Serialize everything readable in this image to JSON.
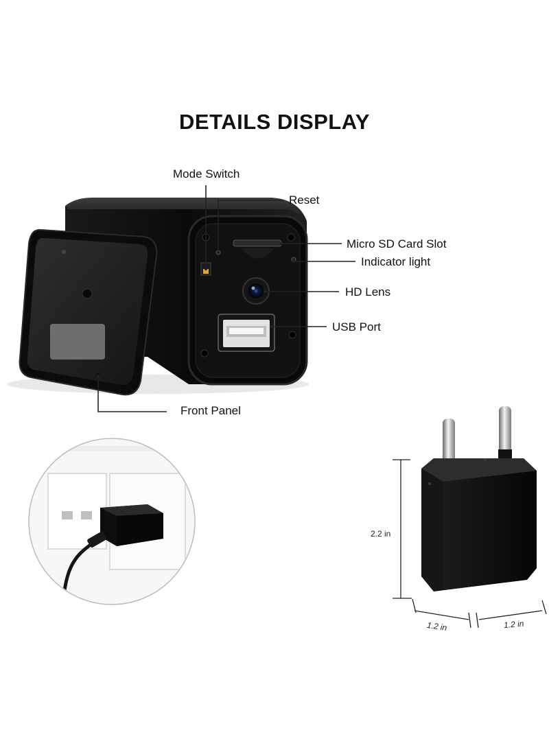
{
  "heading": "DETAILS DISPLAY",
  "callouts": {
    "mode_switch": "Mode Switch",
    "reset": "Reset",
    "micro_sd": "Micro SD Card Slot",
    "indicator": "Indicator light",
    "hd_lens": "HD Lens",
    "usb_port": "USB Port",
    "front_panel": "Front Panel"
  },
  "dimensions": {
    "height": "2.2 in",
    "width": "1.2 in",
    "depth": "1.2 in"
  },
  "colors": {
    "device_body": "#0c0c0c",
    "device_highlight": "#3a3a3a",
    "usb_metal": "#d9d9d9",
    "background": "#ffffff"
  }
}
